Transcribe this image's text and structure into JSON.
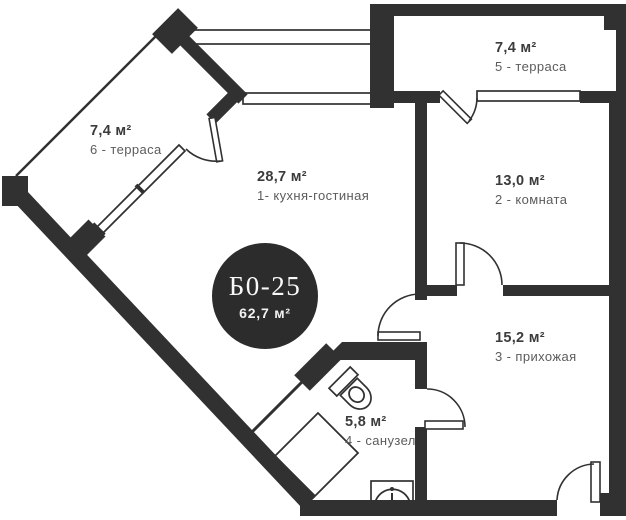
{
  "plan": {
    "badge": {
      "code": "Б0-25",
      "area": "62,7 м²"
    },
    "rooms": [
      {
        "area": "28,7 м²",
        "name": "1- кухня-гостиная"
      },
      {
        "area": "13,0 м²",
        "name": "2 - комната"
      },
      {
        "area": "15,2 м²",
        "name": "3 - прихожая"
      },
      {
        "area": "5,8 м²",
        "name": "4 - санузел"
      },
      {
        "area": "7,4 м²",
        "name": "5 - терраса"
      },
      {
        "area": "7,4 м²",
        "name": "6 - терраса"
      }
    ],
    "colors": {
      "wall": "#323132",
      "badge_bg": "#2d2c2d",
      "area_text": "#3b3b3b",
      "name_text": "#5c5c5c",
      "background": "#ffffff"
    }
  }
}
